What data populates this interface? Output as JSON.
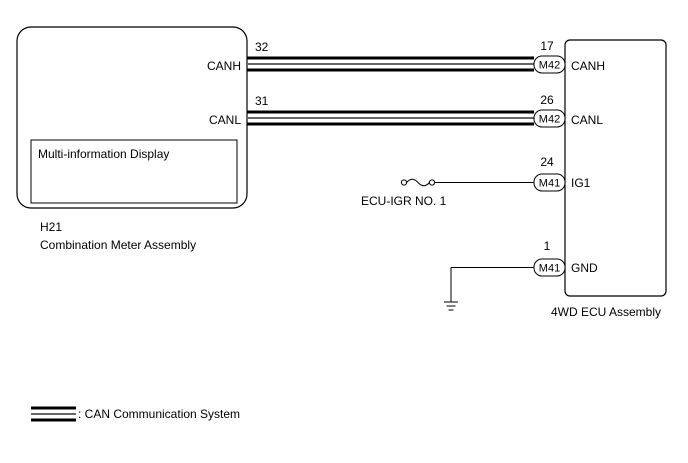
{
  "colors": {
    "line": "#000000",
    "background": "#ffffff",
    "wire_gray": "#666666"
  },
  "left_component": {
    "code": "H21",
    "name": "Combination Meter Assembly",
    "inner_box_label": "Multi-information Display",
    "pins": [
      {
        "number": "32",
        "signal": "CANH"
      },
      {
        "number": "31",
        "signal": "CANL"
      }
    ]
  },
  "right_component": {
    "name": "4WD ECU Assembly",
    "pins": [
      {
        "number": "17",
        "connector": "M42",
        "signal": "CANH"
      },
      {
        "number": "26",
        "connector": "M42",
        "signal": "CANL"
      },
      {
        "number": "24",
        "connector": "M41",
        "signal": "IG1"
      },
      {
        "number": "1",
        "connector": "M41",
        "signal": "GND"
      }
    ]
  },
  "fuse": {
    "label": "ECU-IGR NO. 1",
    "icon": "fuse-icon"
  },
  "ground": {
    "icon": "ground-icon"
  },
  "legend": {
    "text": ": CAN Communication System",
    "icon": "can-bus-line-icon"
  }
}
